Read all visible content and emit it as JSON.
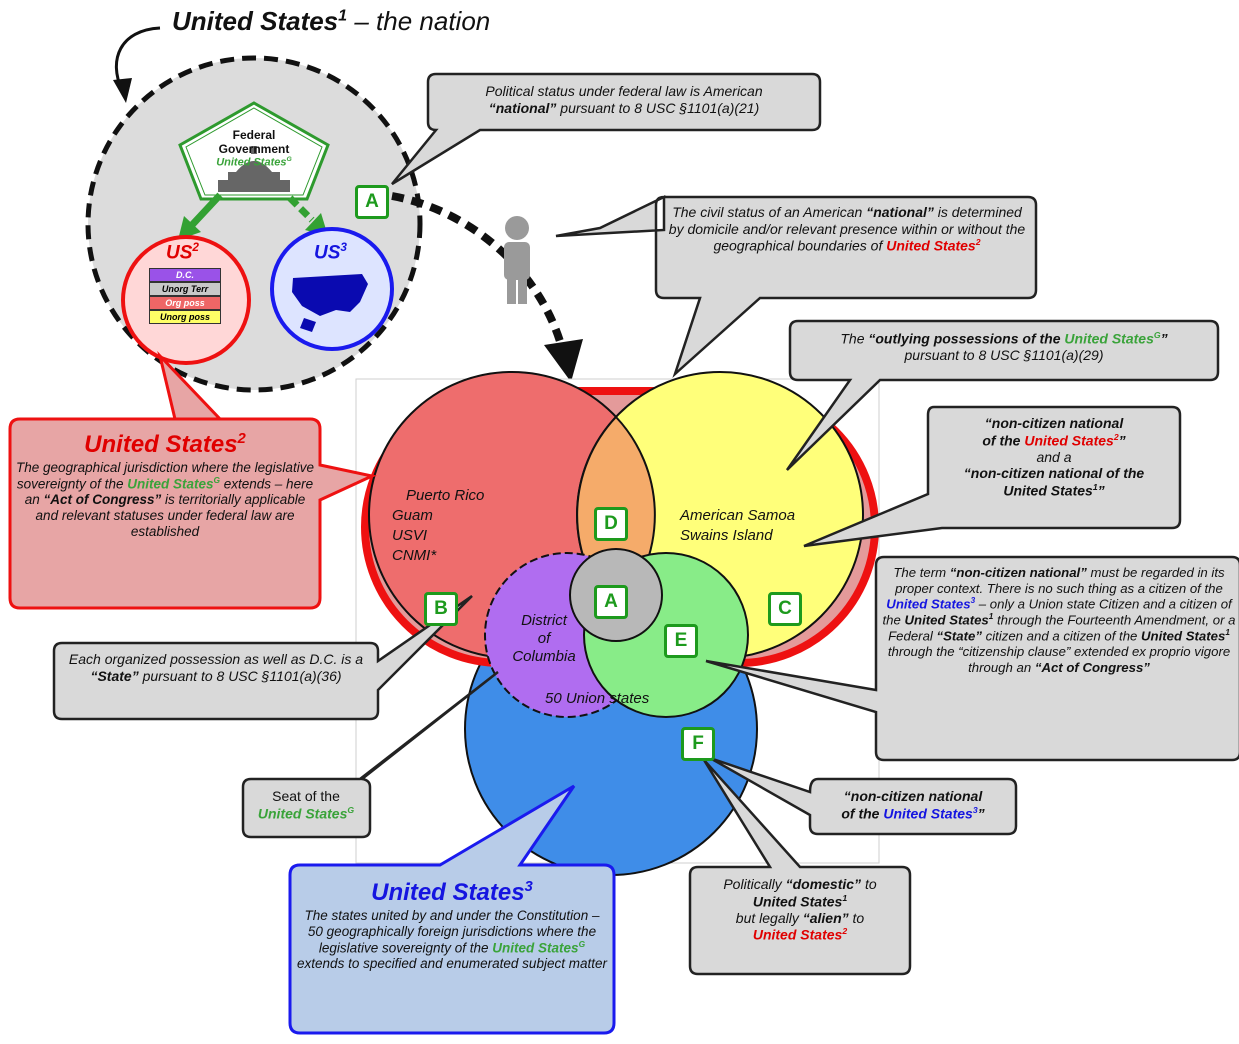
{
  "title": {
    "main": "United States",
    "sup": "1",
    "rest": " – the nation"
  },
  "federal_government": {
    "line1": "Federal",
    "line2": "Government",
    "line3": "United States",
    "sup": "G"
  },
  "us2_circle": {
    "label": "US",
    "sup": "2",
    "layers": [
      "D.C.",
      "Unorg Terr",
      "Org poss",
      "Unorg poss"
    ]
  },
  "us3_circle": {
    "label": "US",
    "sup": "3"
  },
  "badges": {
    "a_top": "A",
    "a_center": "A",
    "b": "B",
    "c": "C",
    "d": "D",
    "e": "E",
    "f": "F"
  },
  "callout_national": {
    "line1": "Political status under federal law is American",
    "bold": "“national”",
    "rest": " pursuant to 8 USC §1101(a)(21)"
  },
  "callout_civil": {
    "t1": "The civil status of an American ",
    "bold": "“national”",
    "t2": " is determined by domicile and/or relevant presence within or without the geographical boundaries of ",
    "red": "United States",
    "sup": "2"
  },
  "callout_outlying": {
    "t1": "The ",
    "bold": "“outlying possessions of the ",
    "green": "United States",
    "sup": "G",
    "bold2": "”",
    "t2": "pursuant to 8 USC §1101(a)(29)"
  },
  "callout_noncitizen": {
    "l1": "“non-citizen national",
    "l2a": "of the ",
    "l2red": "United States",
    "l2sup": "2",
    "l2b": "”",
    "l3": "and a",
    "l4": "“non-citizen national of the",
    "l5": "United States",
    "l5sup": "1",
    "l5b": "”"
  },
  "callout_term": {
    "t1": "The term ",
    "b1": "“non-citizen national”",
    "t2": " must be regarded in its proper context.  There is no such thing as a citizen of the ",
    "blue": "United States",
    "blue_sup": "3",
    "t3": " – only a Union state Citizen and a citizen of the ",
    "b2": "United States",
    "b2_sup": "1",
    "t4": " through the Fourteenth Amendment, or a Federal ",
    "b3": "“State”",
    "t5": " citizen and a citizen of the ",
    "b4": "United States",
    "b4_sup": "1",
    "t6": " through the “citizenship clause” extended ex proprio vigore through an ",
    "b5": "“Act of Congress”"
  },
  "callout_us2": {
    "title": "United States",
    "sup": "2",
    "t1": "The geographical jurisdiction where the legislative sovereignty of the ",
    "green": "United States",
    "green_sup": "G",
    "t2": " extends – here an ",
    "bold": "“Act of Congress”",
    "t3": " is territorially applicable and relevant statuses under federal law are established"
  },
  "callout_state": {
    "t1": "Each organized possession as well as D.C. is a ",
    "bold": "“State”",
    "t2": " pursuant to 8 USC §1101(a)(36)"
  },
  "callout_seat": {
    "line1": "Seat of the",
    "green": "United States",
    "sup": "G"
  },
  "callout_us3": {
    "title": "United States",
    "sup": "3",
    "t1": "The states united by and under the Constitution – 50 geographically foreign jurisdictions where the legislative sovereignty of the ",
    "green": "United States",
    "green_sup": "G",
    "t2": " extends to specified and enumerated subject matter"
  },
  "callout_nc3": {
    "l1": "“non-citizen national",
    "l2a": "of the ",
    "blue": "United States",
    "sup": "3",
    "l2b": "”"
  },
  "callout_domestic": {
    "t1": "Politically ",
    "b1": "“domestic”",
    "t2": " to",
    "b2": "United States",
    "b2_sup": "1",
    "t3": "but legally ",
    "b3": "“alien”",
    "t4": " to",
    "red": "United States",
    "red_sup": "2"
  },
  "venn": {
    "left_items": [
      "Puerto Rico",
      "Guam",
      "USVI",
      "CNMI*"
    ],
    "right_items": [
      "American Samoa",
      "Swains Island"
    ],
    "dc": [
      "District",
      "of",
      "Columbia"
    ],
    "union": "50 Union states"
  }
}
